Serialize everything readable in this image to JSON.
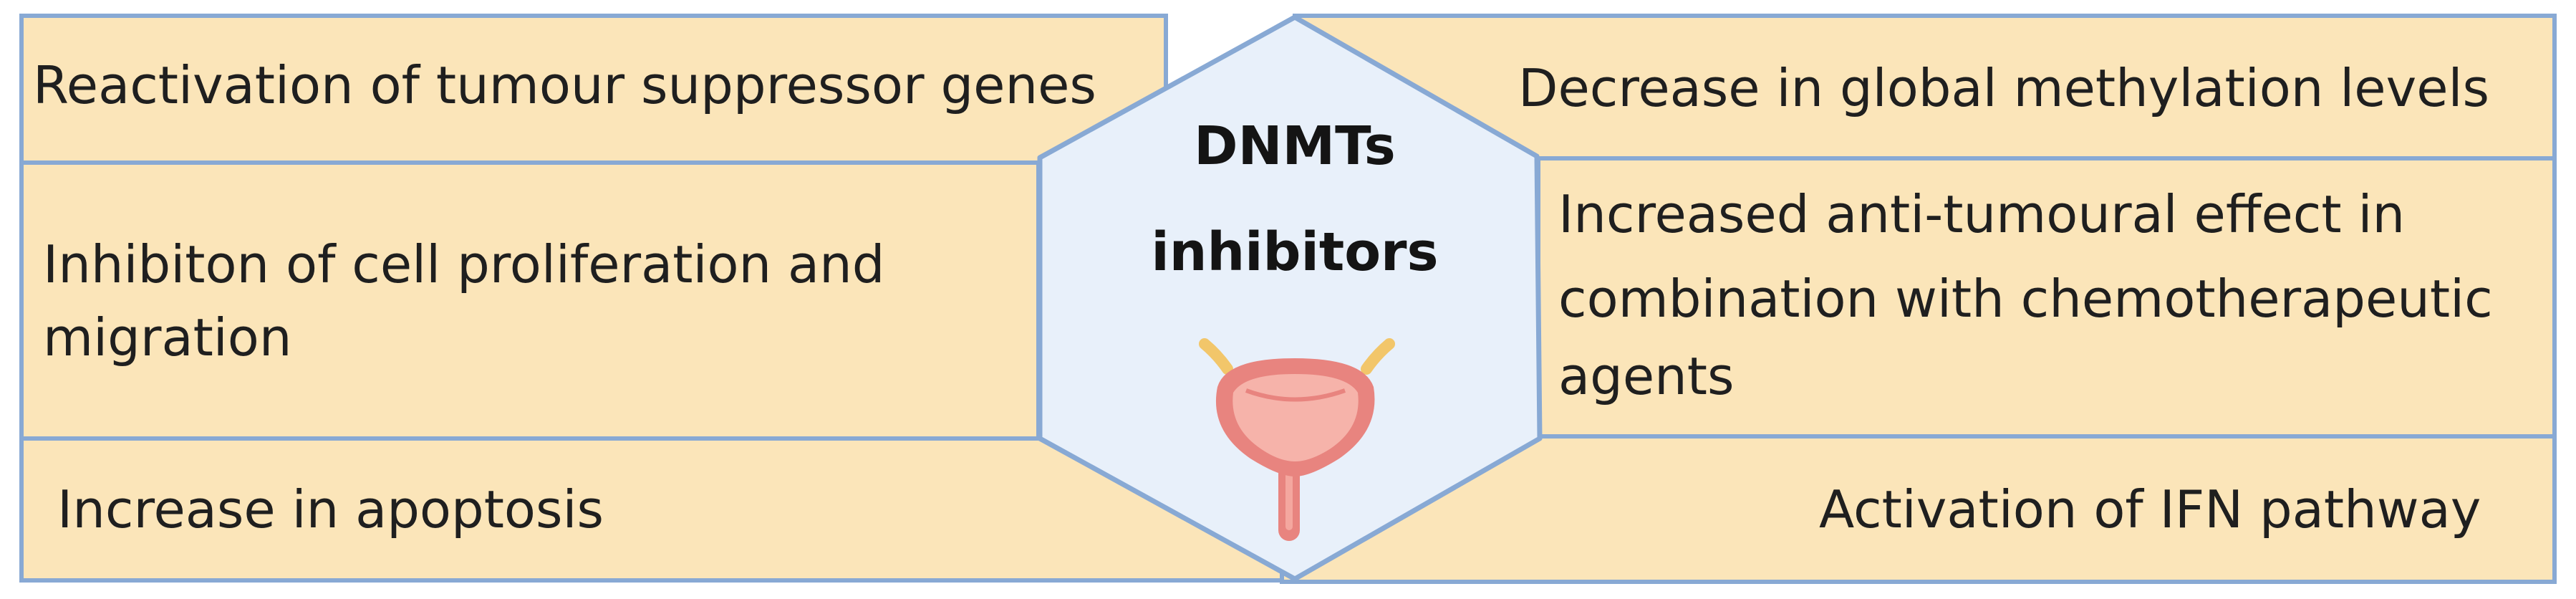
{
  "colors": {
    "box_fill": "#fbe5b9",
    "box_border": "#88a9d4",
    "hexagon_fill": "#e8f0fa",
    "hexagon_border": "#88a9d4",
    "bladder_pink": "#e8847f",
    "bladder_inner": "#f6b3aa",
    "bladder_stalk": "#f2c66a"
  },
  "center": {
    "title_line1": "DNMTs",
    "title_line2": "inhibitors",
    "icon": "bladder-icon"
  },
  "left_effects": {
    "top": "Reactivation of tumour suppressor genes",
    "middle_line1": "Inhibiton of cell proliferation and",
    "middle_line2": "migration",
    "bottom": "Increase in apoptosis"
  },
  "right_effects": {
    "top": "Decrease in global methylation levels",
    "middle_line1": "Increased anti-tumoural effect in",
    "middle_line2": "combination with chemotherapeutic",
    "middle_line3": "agents",
    "bottom": "Activation of IFN pathway"
  }
}
